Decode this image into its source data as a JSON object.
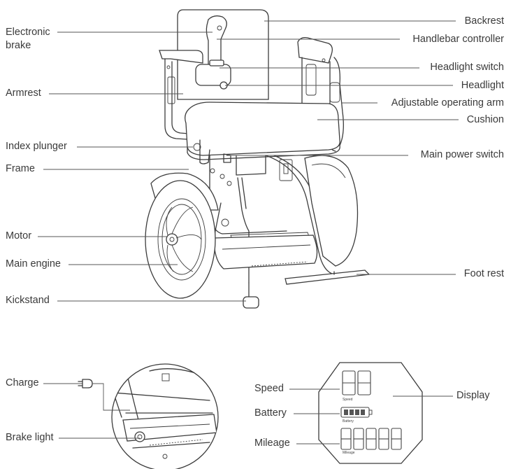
{
  "labels": {
    "left": {
      "electronic_brake_line1": "Electronic",
      "electronic_brake_line2": "brake",
      "armrest": "Armrest",
      "index_plunger": "Index plunger",
      "frame": "Frame",
      "motor": "Motor",
      "main_engine": "Main engine",
      "kickstand": "Kickstand"
    },
    "right": {
      "backrest": "Backrest",
      "handlebar_controller": "Handlebar controller",
      "headlight_switch": "Headlight switch",
      "headlight": "Headlight",
      "adjustable_operating_arm": "Adjustable operating arm",
      "cushion": "Cushion",
      "main_power_switch": "Main power switch",
      "foot_rest": "Foot rest"
    },
    "detail": {
      "charge": "Charge",
      "brake_light": "Brake light"
    },
    "display_panel": {
      "speed": "Speed",
      "battery": "Battery",
      "mileage": "Mileage",
      "display": "Display",
      "speed_caption": "Speed",
      "battery_caption": "Battery",
      "mileage_caption": "Mileage"
    }
  },
  "icons": [
    "plug-icon"
  ]
}
